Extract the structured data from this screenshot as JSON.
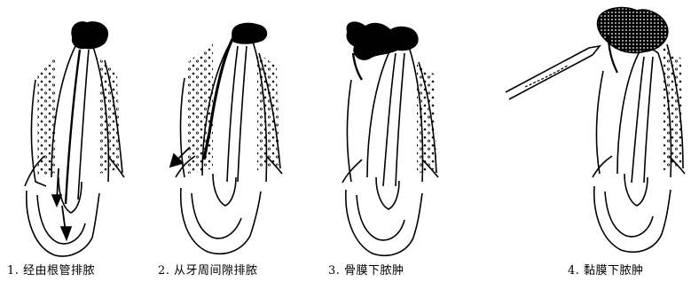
{
  "figure": {
    "panels": [
      {
        "caption": "1. 经由根管排脓"
      },
      {
        "caption": "2. 从牙周间隙排脓"
      },
      {
        "caption": "3. 骨膜下脓肿"
      },
      {
        "caption": "4. 黏膜下脓肿"
      }
    ]
  },
  "colors": {
    "ink": "#000000",
    "background": "#ffffff"
  }
}
